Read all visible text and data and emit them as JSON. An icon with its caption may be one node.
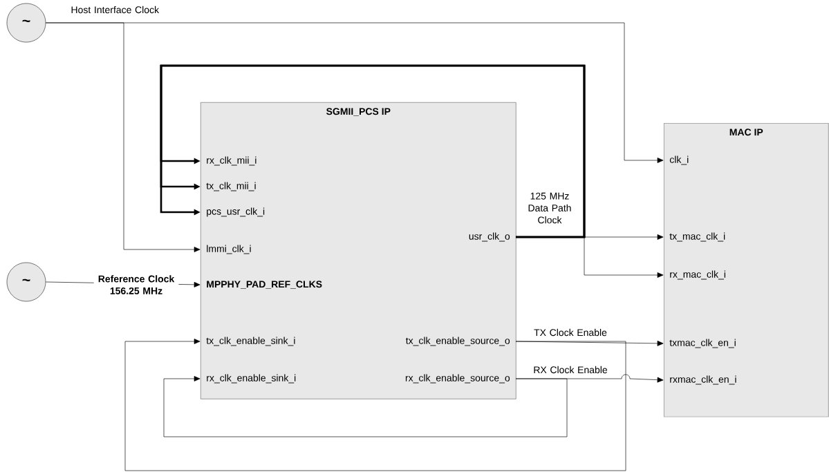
{
  "diagram": {
    "nodes": [
      {
        "text": [
          "~"
        ]
      },
      {
        "text": [
          "SGMII_PCS IP"
        ]
      },
      {
        "text": [
          "rx_clk_mii_i"
        ],
        "in": 1
      },
      {
        "text": [
          "tx_clk_mii_i"
        ],
        "in": 1
      },
      {
        "text": [
          "pcs_usr_clk_i"
        ],
        "in": 1
      },
      {
        "text": [
          "lmmi_clk_i"
        ],
        "in": 1
      },
      {
        "text": [
          "MPPHY_PAD_REF_CLKS"
        ],
        "in": 1
      },
      {
        "text": [
          "tx_clk_enable_sink_i"
        ],
        "in": 1
      },
      {
        "text": [
          "rx_clk_enable_sink_i"
        ],
        "in": 1
      },
      {
        "text": [
          "usr_clk_o"
        ],
        "in": 1
      },
      {
        "text": [
          "tx_clk_enable_source_o"
        ],
        "in": 1
      },
      {
        "text": [
          "rx_clk_enable_source_o"
        ],
        "in": 1
      },
      {
        "text": [
          "~"
        ]
      },
      {
        "text": [
          "MAC IP"
        ]
      },
      {
        "text": [
          "clk_i"
        ],
        "in": 13
      },
      {
        "text": [
          "tx_mac_clk_i"
        ],
        "in": 13
      },
      {
        "text": [
          "rx_mac_clk_i"
        ],
        "in": 13
      },
      {
        "text": [
          "txmac_clk_en_i"
        ],
        "in": 13
      },
      {
        "text": [
          "rxmac_clk_en_i"
        ],
        "in": 13
      }
    ],
    "edges": [
      {
        "from": 0,
        "to": 14,
        "arrow": "to",
        "label": "Host Interface Clock"
      },
      {
        "from": 0,
        "to": 5,
        "arrow": "to"
      },
      {
        "from": 9,
        "to": 15,
        "arrow": "to",
        "label": "125 MHz Data Path Clock"
      },
      {
        "from": 9,
        "to": 16,
        "arrow": "to"
      },
      {
        "from": 9,
        "to": 2,
        "arrow": "to",
        "style": "thick"
      },
      {
        "from": 9,
        "to": 3,
        "arrow": "to",
        "style": "thick"
      },
      {
        "from": 9,
        "to": 4,
        "arrow": "to",
        "style": "thick"
      },
      {
        "from": 12,
        "to": 6,
        "arrow": "to",
        "label": "Reference Clock 156.25 MHz"
      },
      {
        "from": 10,
        "to": 17,
        "arrow": "to",
        "label": "TX Clock Enable"
      },
      {
        "from": 10,
        "to": 7,
        "arrow": "to"
      },
      {
        "from": 11,
        "to": 18,
        "arrow": "to",
        "label": "RX Clock Enable"
      },
      {
        "from": 11,
        "to": 8,
        "arrow": "to"
      }
    ]
  }
}
